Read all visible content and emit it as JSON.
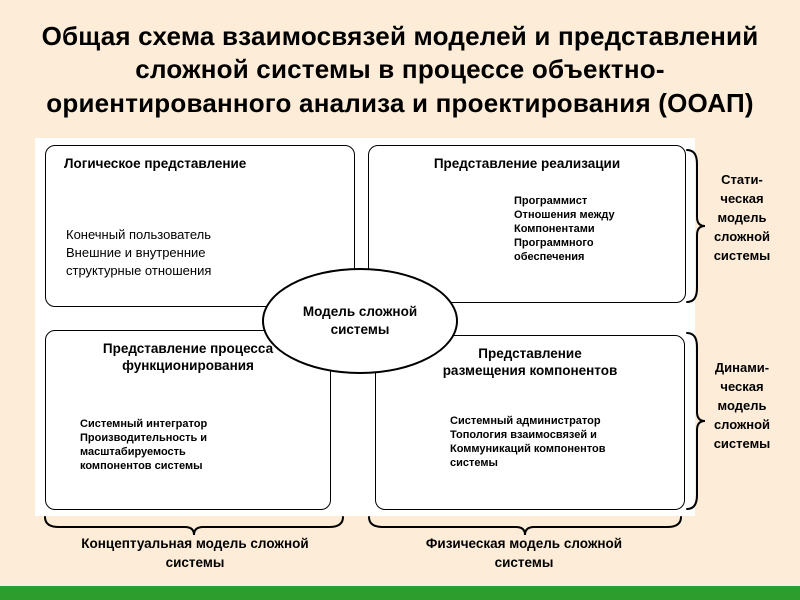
{
  "title": "Общая схема взаимосвязей моделей и представлений\nсложной системы в процессе объектно-\nориентированного анализа и проектирования (ООАП)",
  "center": {
    "label": "Модель сложной\nсистемы"
  },
  "quadrants": [
    {
      "id": "logical",
      "title": "Логическое представление",
      "body": "Конечный пользователь\nВнешние и внутренние\nструктурные отношения"
    },
    {
      "id": "implementation",
      "title": "Представление реализации",
      "body": "Программист\nОтношения между\nКомпонентами\nПрограммного\nобеспечения"
    },
    {
      "id": "process",
      "title": "Представление процесса\nфункционирования",
      "body": "Системный интегратор\nПроизводительность и\nмасштабируемость\nкомпонентов системы"
    },
    {
      "id": "deployment",
      "title": "Представление\nразмещения компонентов",
      "body": "Системный администратор\nТопология взаимосвязей и\nКоммуникаций компонентов\nсистемы"
    }
  ],
  "side_labels": [
    {
      "id": "static",
      "label": "Стати-\nческая\nмодель\nсложной\nсистемы"
    },
    {
      "id": "dynamic",
      "label": "Динами-\nческая\nмодель\nсложной\nсистемы"
    }
  ],
  "bottom_labels": [
    {
      "id": "conceptual",
      "label": "Концептуальная модель сложной\nсистемы"
    },
    {
      "id": "physical",
      "label": "Физическая модель сложной\nсистемы"
    }
  ],
  "colors": {
    "background": "#fdecd7",
    "panel": "#ffffff",
    "ink": "#000000",
    "accent_green": "#2d9e2d"
  }
}
